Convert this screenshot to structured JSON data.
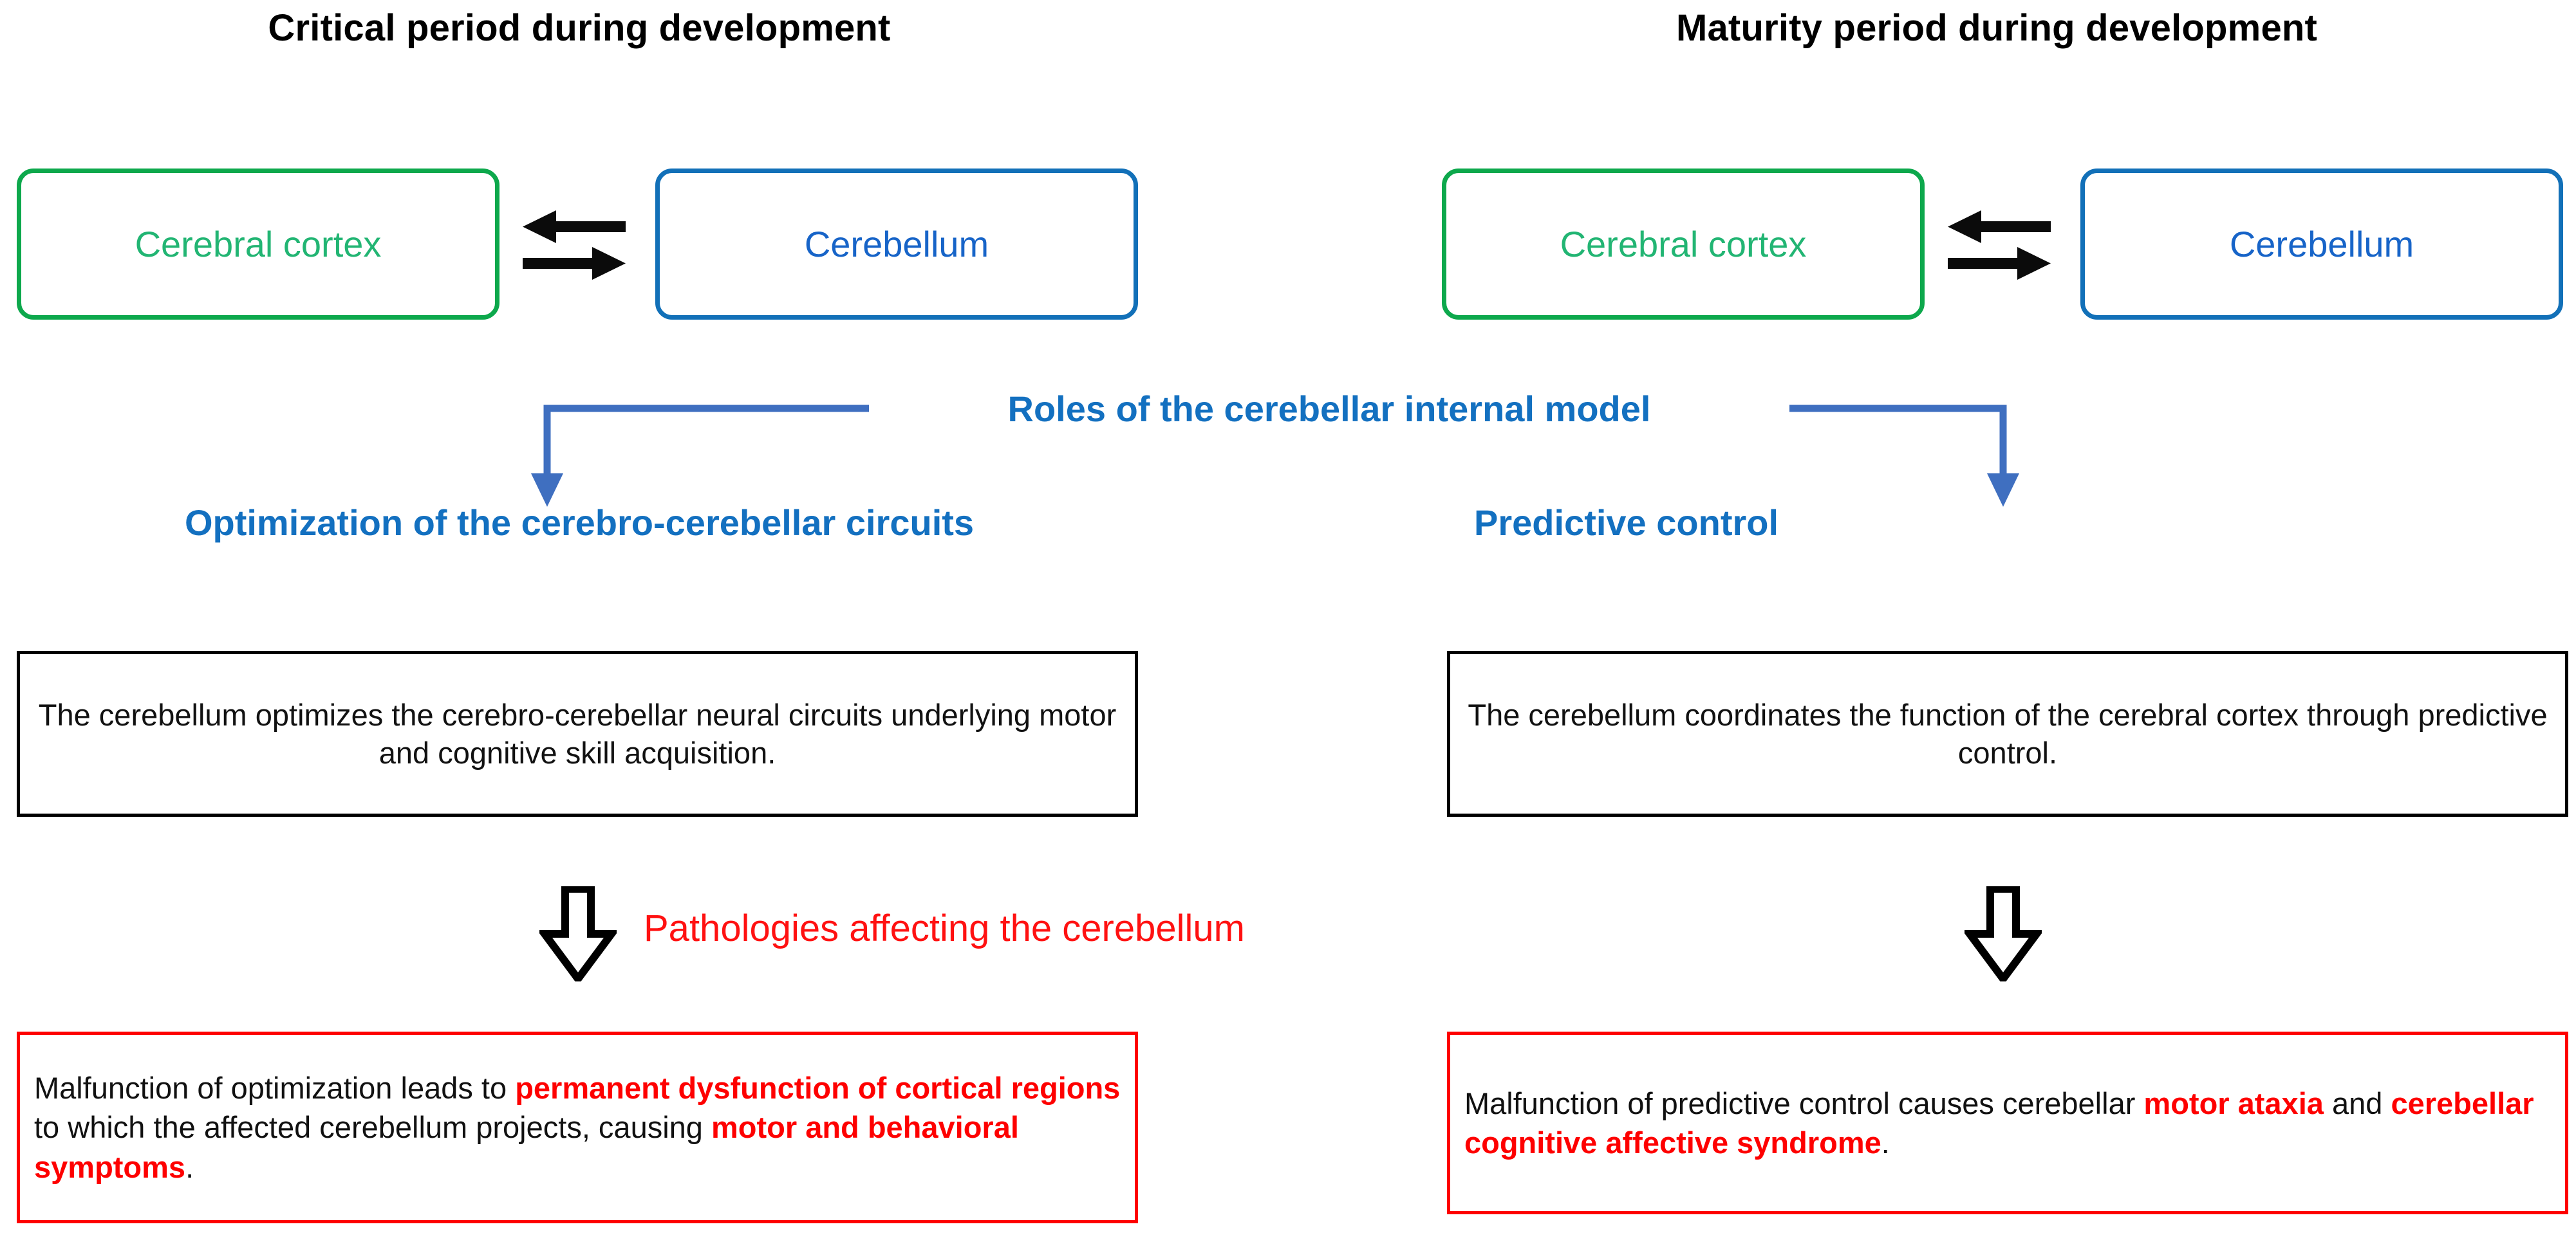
{
  "figure": {
    "background_color": "#FFFFFF",
    "palette": {
      "green_border": "#0DA84C",
      "green_text": "#22B573",
      "blue_border": "#1270B8",
      "blue_text": "#1764C8",
      "blue_heading": "#1370C0",
      "blue_connector": "#3F6FC0",
      "red": "#FE0000",
      "black": "#000000"
    }
  },
  "columns": [
    {
      "id": "critical",
      "title": "Critical period during development",
      "nodes": [
        {
          "label": "Cerebral cortex",
          "color_role": "green"
        },
        {
          "label": "Cerebellum",
          "color_role": "blue"
        }
      ],
      "connector_icon": "bidirectional-arrows-icon",
      "role_heading": "Optimization of the cerebro-cerebellar circuits",
      "statement": "The cerebellum optimizes the cerebro-cerebellar neural circuits underlying motor and cognitive skill acquisition.",
      "transition_icon": "hollow-down-arrow-icon",
      "outcome_segments": [
        {
          "text": "Malfunction of optimization leads to ",
          "emphasis": false
        },
        {
          "text": "permanent dysfunction of cortical regions",
          "emphasis": true
        },
        {
          "text": " to which the affected cerebellum projects, causing ",
          "emphasis": false
        },
        {
          "text": "motor and behavioral symptoms",
          "emphasis": true
        },
        {
          "text": ".",
          "emphasis": false
        }
      ]
    },
    {
      "id": "maturity",
      "title": "Maturity period during development",
      "nodes": [
        {
          "label": "Cerebral cortex",
          "color_role": "green"
        },
        {
          "label": "Cerebellum",
          "color_role": "blue"
        }
      ],
      "connector_icon": "bidirectional-arrows-icon",
      "role_heading": "Predictive control",
      "statement": "The cerebellum coordinates the function of the cerebral cortex through predictive control.",
      "transition_icon": "hollow-down-arrow-icon",
      "outcome_segments": [
        {
          "text": "Malfunction of predictive control causes cerebellar ",
          "emphasis": false
        },
        {
          "text": "motor ataxia",
          "emphasis": true
        },
        {
          "text": " and ",
          "emphasis": false
        },
        {
          "text": "cerebellar cognitive affective syndrome",
          "emphasis": true
        },
        {
          "text": ".",
          "emphasis": false
        }
      ]
    }
  ],
  "center": {
    "bracket_label": "Roles of the cerebellar internal model",
    "bracket_icon": "branching-down-arrows-icon",
    "pathology_caption": "Pathologies affecting the cerebellum"
  }
}
